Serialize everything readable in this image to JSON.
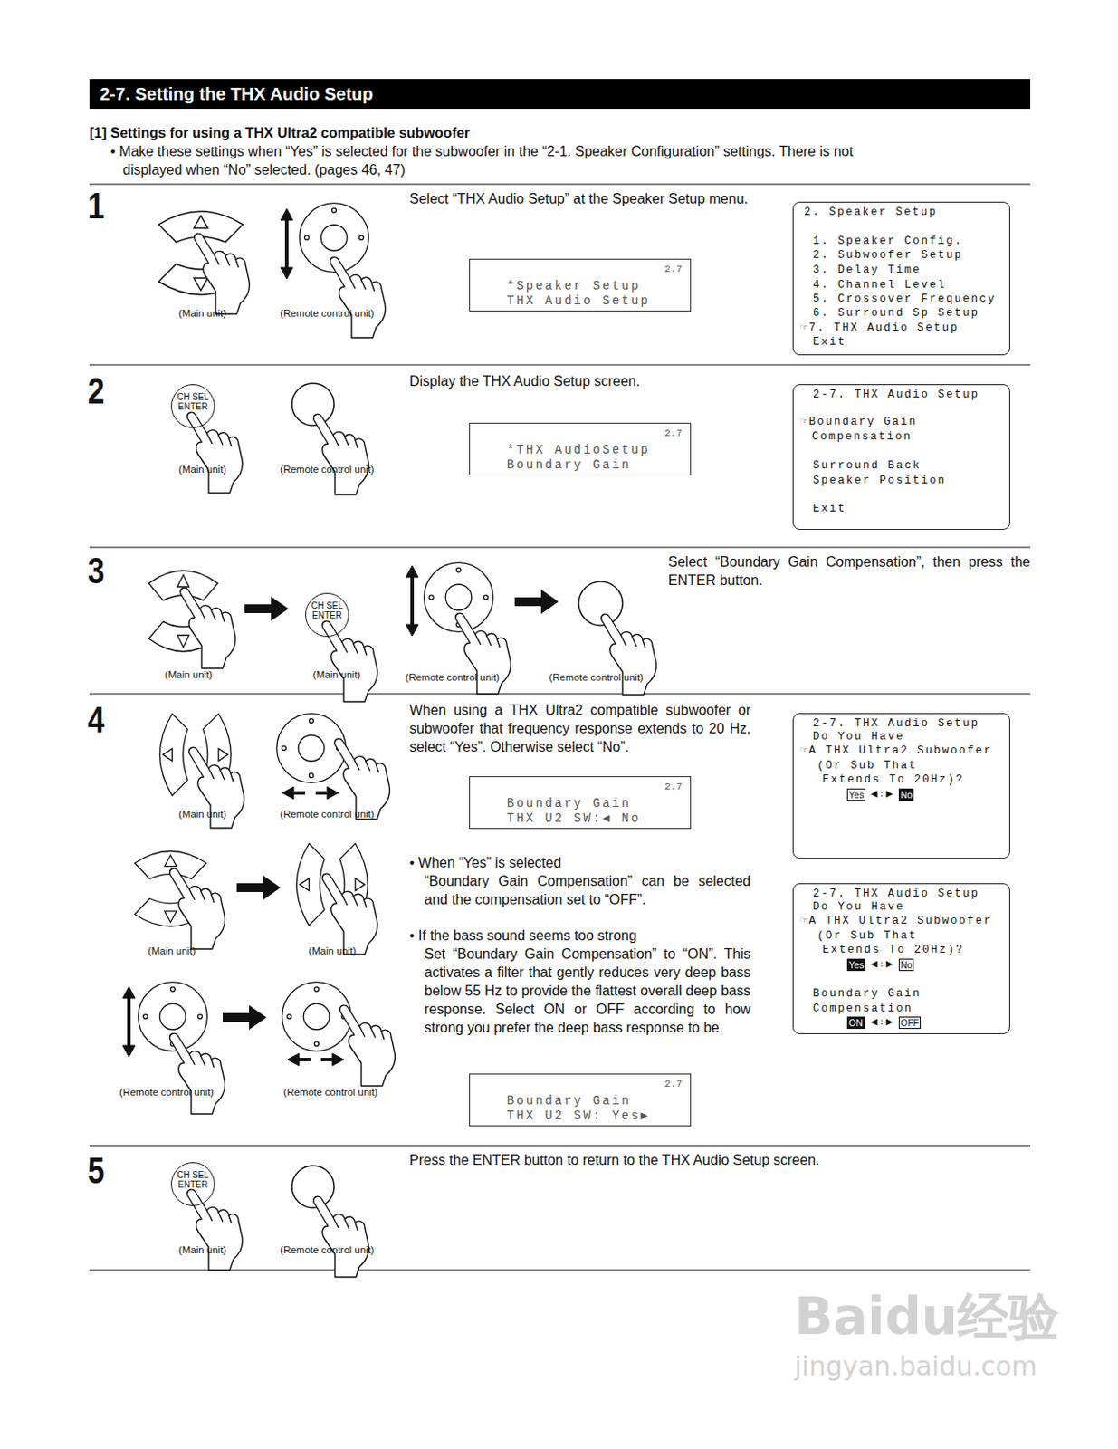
{
  "diagram": {
    "title": "2-7. Setting the THX Audio Setup",
    "nodes": [
      {
        "text": [
          "2. Speaker Setup",
          "1. Speaker Config.",
          "2. Subwoofer Setup",
          "3. Delay Time",
          "4. Channel Level",
          "5. Crossover Frequency",
          "6. Surround Sp Setup",
          "☞7. THX Audio Setup",
          "Exit"
        ]
      },
      {
        "text": [
          "2.7",
          "*Speaker Setup",
          "THX Audio Setup"
        ]
      },
      {
        "text": [
          "CH SEL ENTER"
        ]
      },
      {
        "text": [
          "2.7",
          "*THX AudioSetup",
          "Boundary Gain"
        ]
      },
      {
        "text": [
          "2-7. THX Audio Setup",
          "☞Boundary Gain Compensation",
          "Surround Back Speaker Position",
          "Exit"
        ]
      },
      {
        "text": [
          "CH SEL ENTER"
        ]
      },
      {
        "text": [
          "2.7",
          "Boundary Gain",
          "THX U2 SW:◀ No"
        ]
      },
      {
        "text": [
          "2-7. THX Audio Setup",
          "Do You Have",
          "☞A THX Ultra2 Subwoofer",
          "(Or Sub That",
          "Extends To 20Hz)?",
          "Yes",
          "◀ : ▶",
          "No"
        ]
      },
      {
        "text": [
          "2-7. THX Audio Setup",
          "Do You Have",
          "☞A THX Ultra2 Subwoofer",
          "(Or Sub That",
          "Extends To 20Hz)?",
          "Yes",
          "◀ : ▶",
          "No",
          "Boundary Gain Compensation",
          "ON",
          "◀ : ▶",
          "OFF"
        ]
      },
      {
        "text": [
          "2.7",
          "Boundary Gain",
          "THX U2 SW: Yes▶"
        ]
      },
      {
        "text": [
          "CH SEL ENTER"
        ]
      }
    ],
    "labels": [
      "[1] Settings for using a THX Ultra2 compatible subwoofer",
      "• Make these settings when “Yes” is selected for the subwoofer in the “2-1. Speaker Configuration” settings. There is not displayed when “No” selected. (pages 46, 47)",
      "1",
      "Select “THX Audio Setup” at the Speaker Setup menu.",
      "(Main unit)",
      "(Remote control unit)",
      "2",
      "Display the THX Audio Setup screen.",
      "(Main unit)",
      "(Remote control unit)",
      "3",
      "Select “Boundary Gain Compensation”, then press the ENTER button.",
      "(Main unit)",
      "(Main unit)",
      "(Remote control unit)",
      "(Remote control unit)",
      "4",
      "When using a THX Ultra2 compatible subwoofer or subwoofer that frequency response extends to 20 Hz, select “Yes”. Otherwise select “No”.",
      "(Main unit)",
      "(Remote control unit)",
      "(Main unit)",
      "(Main unit)",
      "(Remote control unit)",
      "(Remote control unit)",
      "• When “Yes” is selected",
      "“Boundary Gain Compensation” can be selected and the compensation set to “OFF”.",
      "• If the bass sound seems too strong",
      "Set “Boundary Gain Compensation” to “ON”. This activates a filter that gently reduces very deep bass below 55 Hz to provide the flattest overall deep bass response. Select ON or OFF according to how strong you prefer the deep bass response to be.",
      "5",
      "Press the ENTER button to return to the THX Audio Setup screen.",
      "(Main unit)",
      "(Remote control unit)",
      "Baidu经验",
      "jingyan.baidu.com"
    ]
  }
}
